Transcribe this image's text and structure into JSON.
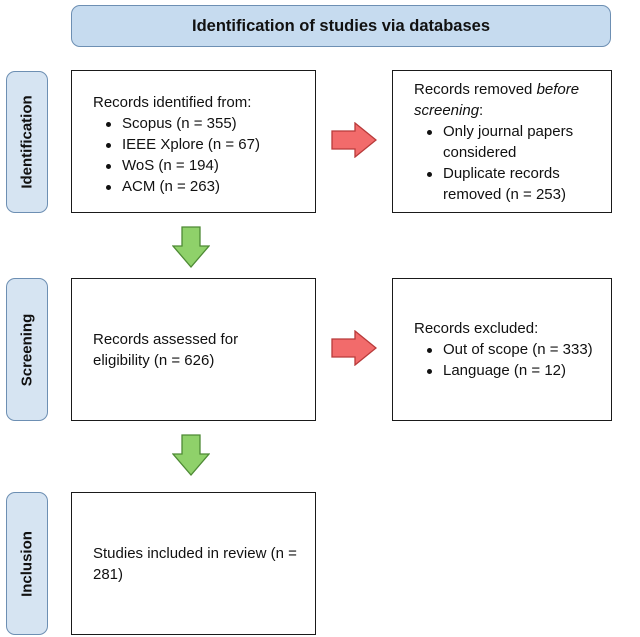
{
  "header": {
    "title": "Identification of studies via databases"
  },
  "phases": {
    "identification": "Identification",
    "screening": "Screening",
    "inclusion": "Inclusion"
  },
  "records_identified": {
    "heading": "Records identified from:",
    "items": [
      "Scopus (n = 355)",
      "IEEE Xplore (n = 67)",
      "WoS (n = 194)",
      "ACM (n = 263)"
    ]
  },
  "records_removed": {
    "heading_prefix": "Records removed ",
    "heading_emph": "before screening",
    "heading_suffix": ":",
    "items": [
      "Only journal papers considered",
      "Duplicate records removed (n = 253)"
    ]
  },
  "records_assessed": {
    "text": "Records assessed for eligibility (n = 626)"
  },
  "records_excluded": {
    "heading": "Records excluded:",
    "items": [
      "Out of scope (n = 333)",
      "Language (n = 12)"
    ]
  },
  "studies_included": {
    "text": "Studies included in review (n = 281)"
  },
  "colors": {
    "header_fill": "#c6dbef",
    "tab_fill": "#d6e4f2",
    "tab_border": "#6d8fb3",
    "arrow_down_fill": "#8fd16a",
    "arrow_down_stroke": "#4e8a35",
    "arrow_right_fill": "#f26b6b",
    "arrow_right_stroke": "#b83a3a"
  },
  "icons": {
    "down_arrow": "down-arrow-icon",
    "right_arrow": "right-arrow-icon"
  }
}
